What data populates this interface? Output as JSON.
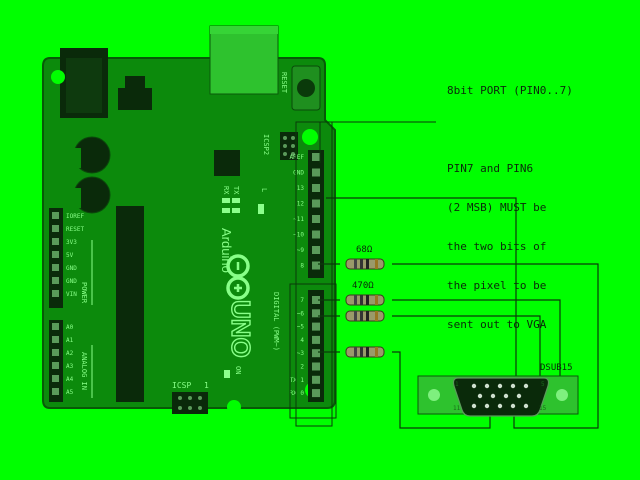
{
  "note": {
    "heading": "8bit PORT (PIN0..7)",
    "lines": [
      "PIN7 and PIN6",
      "(2 MSB) MUST be",
      "the two bits of",
      "the pixel to be",
      "sent out to VGA"
    ]
  },
  "board": {
    "reset": "RESET",
    "icsp2": "ICSP2",
    "tx": "TX",
    "rx": "RX",
    "l": "L",
    "brand": "Arduino",
    "model": "UNO",
    "digital": "DIGITAL (PWM~)",
    "icsp": "ICSP",
    "icsp_pin": "1",
    "on": "ON",
    "power_title": "POWER",
    "analog_title": "ANALOG IN",
    "power_pins": [
      "IOREF",
      "RESET",
      "3V3",
      "5V",
      "GND",
      "GND",
      "VIN"
    ],
    "analog_pins": [
      "A0",
      "A1",
      "A2",
      "A3",
      "A4",
      "A5"
    ],
    "digital_top": [
      "AREF",
      "GND",
      "13",
      "12",
      "~11",
      "~10",
      "~9",
      "8"
    ],
    "digital_bottom": [
      "7",
      "~6",
      "~5",
      "4",
      "~3",
      "2",
      "TX 1",
      "RX 0"
    ]
  },
  "resistors": {
    "r1": "68Ω",
    "r2": "470Ω"
  },
  "connector": {
    "label": "DSUB15",
    "pin_left": "1",
    "pin_right": "5",
    "pin_low_left": "11",
    "pin_low_right": "15"
  },
  "colors": {
    "background": "#00ff00",
    "board": "#0c8a0c",
    "wire": "#0a3a0a",
    "text": "#0a2a0a"
  }
}
